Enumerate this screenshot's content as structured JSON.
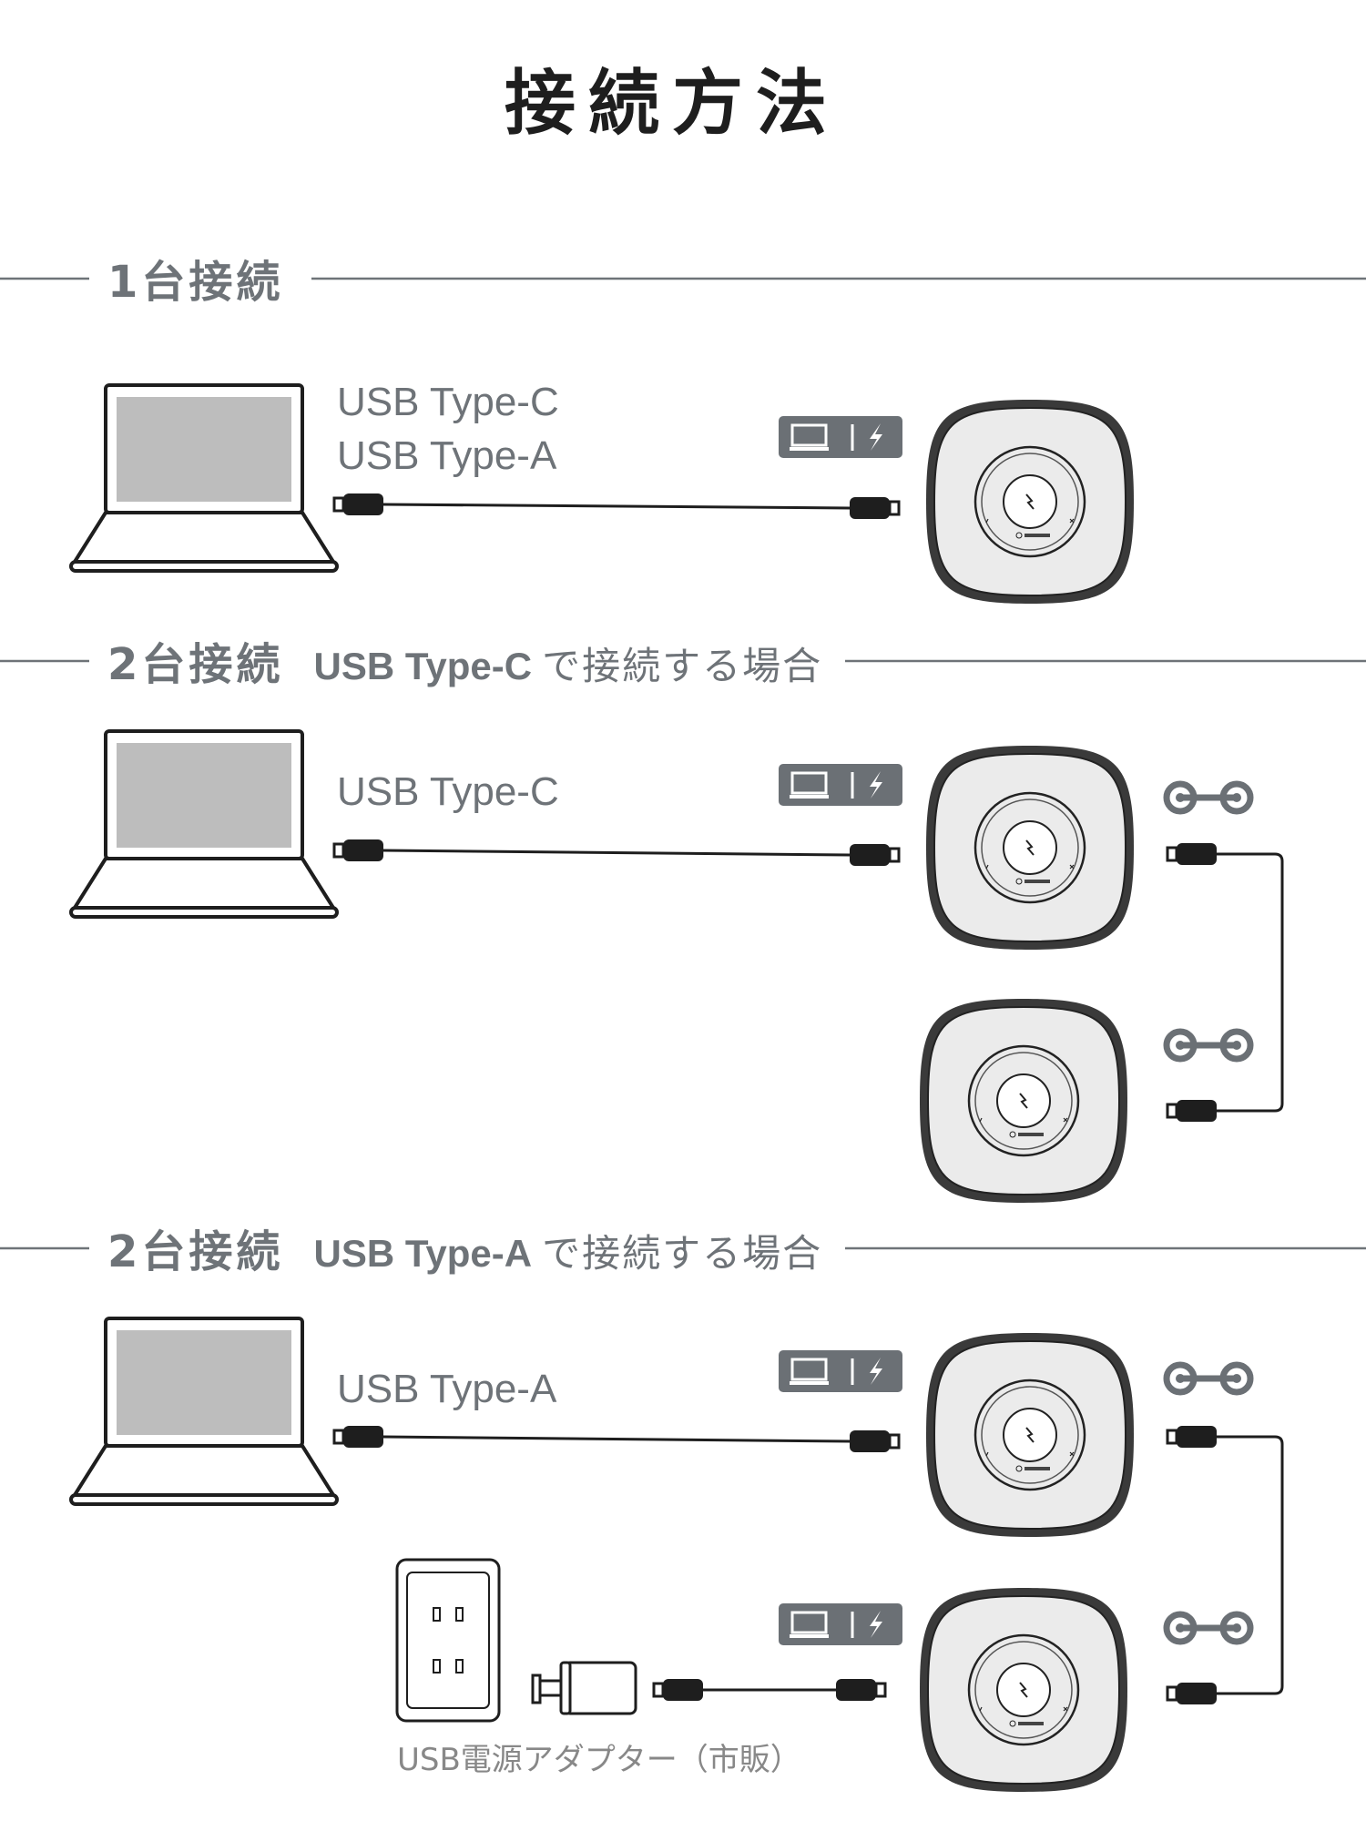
{
  "title": "接続方法",
  "sections": [
    {
      "heading": "1台接続",
      "sub_bold": "",
      "sub_text": "",
      "cable_labels": [
        "USB Type-C",
        "USB Type-A"
      ]
    },
    {
      "heading": "2台接続",
      "sub_bold": "USB Type-C",
      "sub_text": "で接続する場合",
      "cable_labels": [
        "USB Type-C"
      ]
    },
    {
      "heading": "2台接続",
      "sub_bold": "USB Type-A",
      "sub_text": "で接続する場合",
      "cable_labels": [
        "USB Type-A"
      ]
    }
  ],
  "adapter_caption": "USB電源アダプター（市販）",
  "icons": {
    "laptop": "laptop-icon",
    "speakerphone": "speakerphone-icon",
    "host_power_badge": "laptop-and-lightning-badge-icon",
    "link_port": "daisy-chain-link-icon",
    "wall_outlet": "wall-outlet-icon",
    "power_adapter": "usb-power-adapter-icon",
    "usb_plug": "usb-plug-icon"
  },
  "colors": {
    "heading_gray": "#6e7378",
    "badge_gray": "#6b7075",
    "device_body": "#ebebeb",
    "screen_gray": "#bdbdbd",
    "outline": "#1e1e1e"
  }
}
